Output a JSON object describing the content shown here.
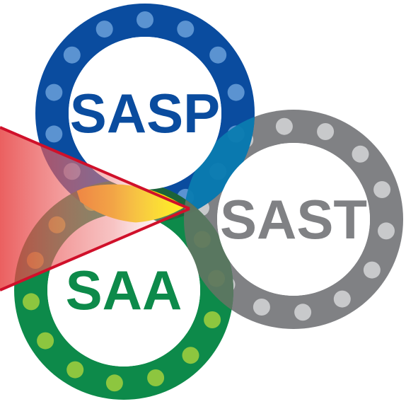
{
  "rings": [
    {
      "id": "sasp",
      "label": "SASP",
      "ring_color": "#0a4c9f",
      "dot_color": "#5b93d1",
      "text_color": "#0a4c9f"
    },
    {
      "id": "sast",
      "label": "SAST",
      "ring_color": "#808184",
      "dot_color": "#c8c9cb",
      "text_color": "#808184"
    },
    {
      "id": "saa",
      "label": "SAA",
      "ring_color": "#0d8a4a",
      "dot_color": "#8dc63f",
      "text_color": "#0d8a4a"
    }
  ],
  "overlap_colors": {
    "sasp_sast": "#0b7bb0",
    "sasp_saa": "#1d5f3a",
    "sast_saa": "#5f7562",
    "center": "#f6d200"
  },
  "beam": {
    "fill_color": "#e63a3a",
    "edge_color": "#d0102a"
  }
}
